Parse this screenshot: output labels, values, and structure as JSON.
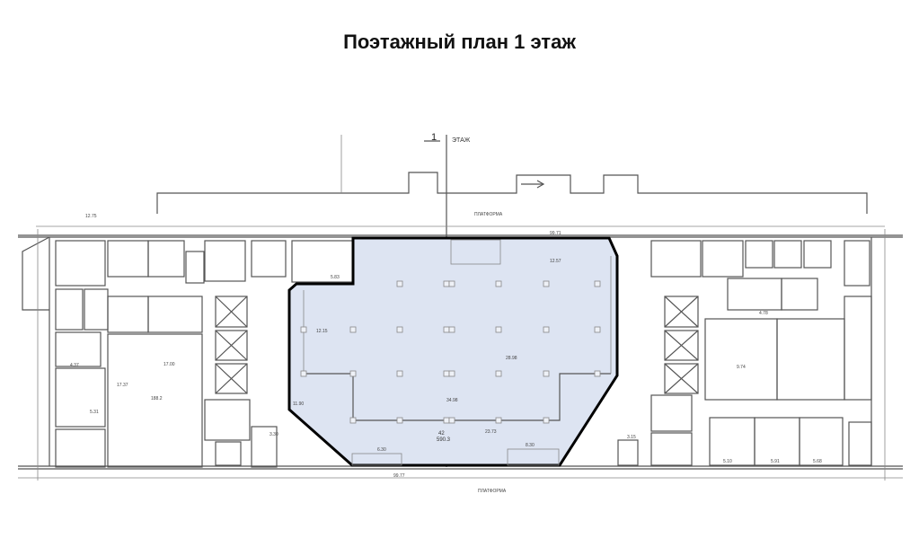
{
  "title": "Поэтажный план 1 этаж",
  "plan": {
    "floor_number": "1",
    "floor_label": "ЭТАЖ",
    "platform_top": "ПЛАТФОРМА",
    "platform_bottom": "ПЛАТФОРМА",
    "dim_top": "99.71",
    "dim_bottom": "99.77",
    "dim_left_top": "12.75",
    "highlight_color": "#dde4f2",
    "highlight_area": {
      "room_no": "42",
      "area": "590.3",
      "dims": [
        "34.98",
        "23.73",
        "28.98",
        "12.57",
        "12.15",
        "11.90",
        "5.83"
      ]
    },
    "room_labels": [
      "17.00",
      "17.37",
      "188.2",
      "5.31",
      "4.37",
      "6.30",
      "8.30",
      "3.30",
      "3.15",
      "5.91",
      "5.68",
      "5.10",
      "9.74",
      "4.78"
    ]
  }
}
